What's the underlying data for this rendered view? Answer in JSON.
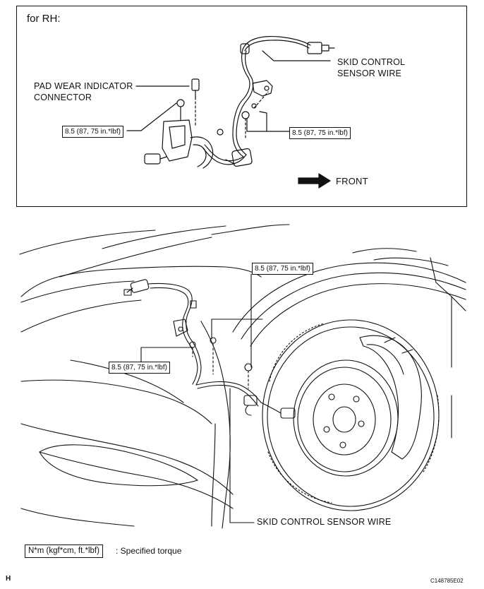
{
  "inset": {
    "title": "for RH:",
    "pad_wear_label": [
      "PAD WEAR INDICATOR",
      "CONNECTOR"
    ],
    "sensor_wire_label": [
      "SKID CONTROL",
      "SENSOR WIRE"
    ],
    "torque_left": "8.5 (87, 75 in.*lbf)",
    "torque_right": "8.5 (87, 75 in.*lbf)",
    "front_label": "FRONT"
  },
  "main": {
    "torque_upper": "8.5 (87, 75 in.*lbf)",
    "torque_lower": "8.5 (87, 75 in.*lbf)",
    "sensor_wire_label": "SKID CONTROL SENSOR WIRE"
  },
  "legend": {
    "box_text": "N*m (kgf*cm, ft.*lbf)",
    "description": ": Specified torque"
  },
  "corner": {
    "left_letter": "H",
    "figure_code": "C148785E02"
  }
}
